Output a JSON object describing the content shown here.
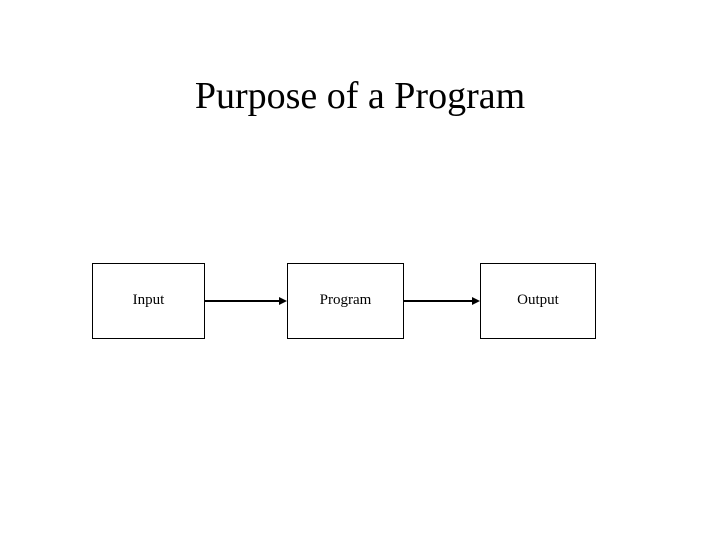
{
  "slide": {
    "title": "Purpose of a Program",
    "background_color": "#ffffff",
    "text_color": "#000000"
  },
  "diagram": {
    "type": "flowchart",
    "orientation": "left-to-right",
    "nodes": [
      {
        "id": "input",
        "label": "Input",
        "shape": "rectangle",
        "fill": "#ffffff",
        "stroke": "#000000"
      },
      {
        "id": "program",
        "label": "Program",
        "shape": "rectangle",
        "fill": "#ffffff",
        "stroke": "#000000"
      },
      {
        "id": "output",
        "label": "Output",
        "shape": "rectangle",
        "fill": "#ffffff",
        "stroke": "#000000"
      }
    ],
    "connectors": [
      {
        "id": "input-to-program",
        "from": "input",
        "to": "program",
        "style": "solid-line-arrow",
        "color": "#000000"
      },
      {
        "id": "program-to-output",
        "from": "program",
        "to": "output",
        "style": "solid-line-arrow",
        "color": "#000000"
      }
    ]
  }
}
